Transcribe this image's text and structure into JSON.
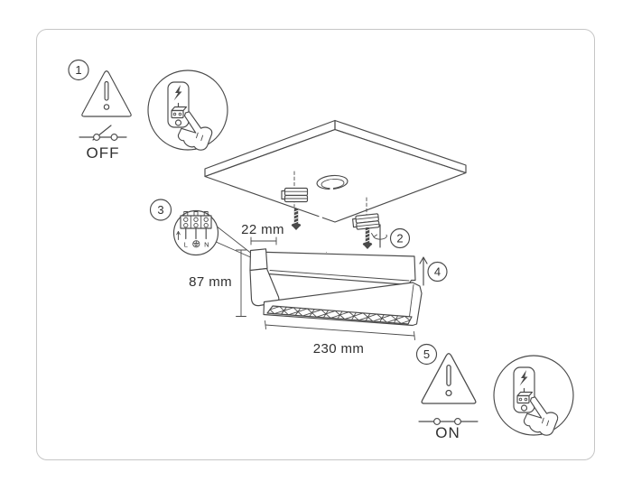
{
  "title": "ceiling-light-installation-diagram",
  "colors": {
    "line": "#4a4a4a",
    "text": "#303030",
    "frame": "#c6c6c6",
    "bg": "#ffffff"
  },
  "steps": {
    "s1": {
      "number": "1",
      "switch_state": "OFF"
    },
    "s2": {
      "number": "2"
    },
    "s3": {
      "number": "3",
      "terminals": [
        "L",
        "⏚",
        "N"
      ]
    },
    "s4": {
      "number": "4"
    },
    "s5": {
      "number": "5",
      "switch_state": "ON"
    }
  },
  "dimensions": {
    "canopy_width": "22 mm",
    "fixture_height": "87 mm",
    "fixture_length": "230 mm"
  },
  "icons": {
    "warning": "triangle-exclamation",
    "power_off": "open-switch-symbol",
    "power_on": "closed-switch-symbol",
    "switch_press": "hand-pressing-rocker-switch",
    "lightning": "high-voltage-bolt",
    "screw_rotation": "screwdriving-clockwise",
    "lift": "arrow-up",
    "ground": "earth-ground"
  }
}
